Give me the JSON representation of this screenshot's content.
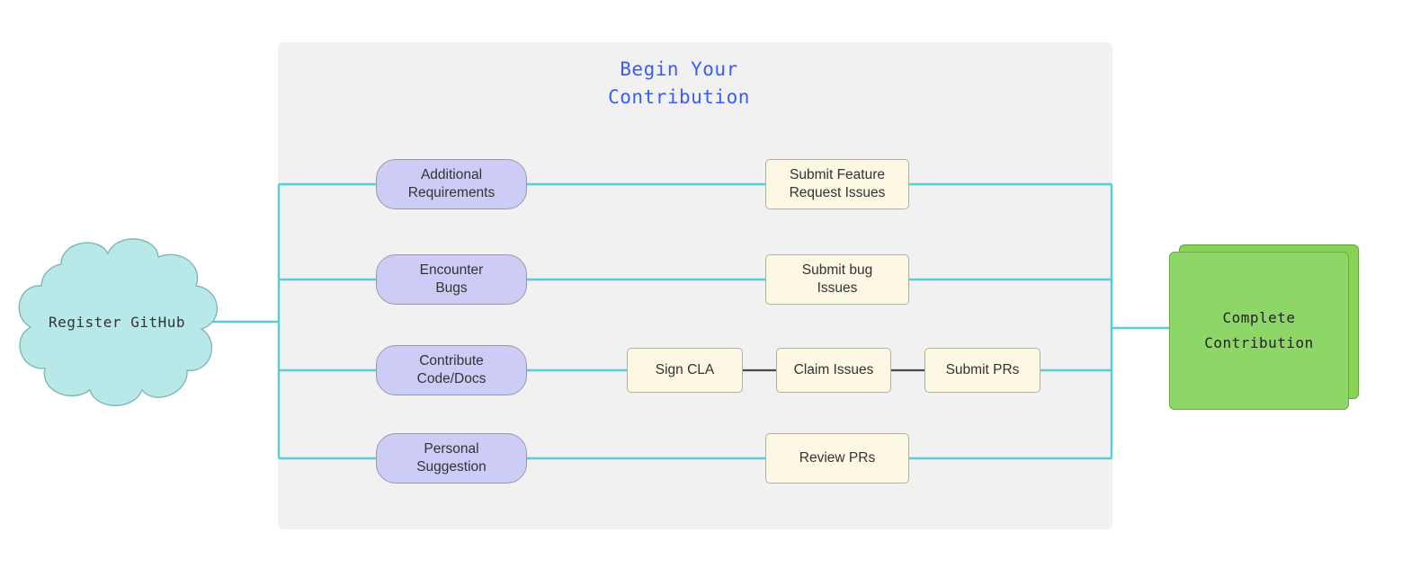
{
  "diagram": {
    "title": "Begin Your\nContribution",
    "title_color": "#3b5cf6",
    "panel_color": "#f1f1f1",
    "flow_line_color": "#56ced4",
    "step_line_color": "#4a4a4a",
    "start": {
      "label": "Register GitHub",
      "shape": "cloud",
      "fill": "#b8e8e8",
      "stroke": "#7fb8b8"
    },
    "end": {
      "label": "Complete\nContribution",
      "shape": "stacked-rect",
      "fill": "#8ed667",
      "stroke": "#6aaa48"
    },
    "lanes": [
      {
        "trigger": "Additional\nRequirements",
        "trigger_fill": "#ccccf6",
        "trigger_stroke": "#9999a6",
        "steps": [
          {
            "label": "Submit Feature\nRequest Issues",
            "fill": "#fdf8e4",
            "stroke": "#b3b0a3"
          }
        ]
      },
      {
        "trigger": "Encounter\nBugs",
        "trigger_fill": "#ccccf6",
        "trigger_stroke": "#9999a6",
        "steps": [
          {
            "label": "Submit bug\nIssues",
            "fill": "#fdf8e4",
            "stroke": "#b3b0a3"
          }
        ]
      },
      {
        "trigger": "Contribute\nCode/Docs",
        "trigger_fill": "#ccccf6",
        "trigger_stroke": "#9999a6",
        "steps": [
          {
            "label": "Sign CLA",
            "fill": "#fdf8e4",
            "stroke": "#b3b0a3"
          },
          {
            "label": "Claim Issues",
            "fill": "#fdf8e4",
            "stroke": "#b3b0a3"
          },
          {
            "label": "Submit PRs",
            "fill": "#fdf8e4",
            "stroke": "#b3b0a3"
          }
        ]
      },
      {
        "trigger": "Personal\nSuggestion",
        "trigger_fill": "#ccccf6",
        "trigger_stroke": "#9999a6",
        "steps": [
          {
            "label": "Review PRs",
            "fill": "#fdf8e4",
            "stroke": "#b3b0a3"
          }
        ]
      }
    ]
  }
}
